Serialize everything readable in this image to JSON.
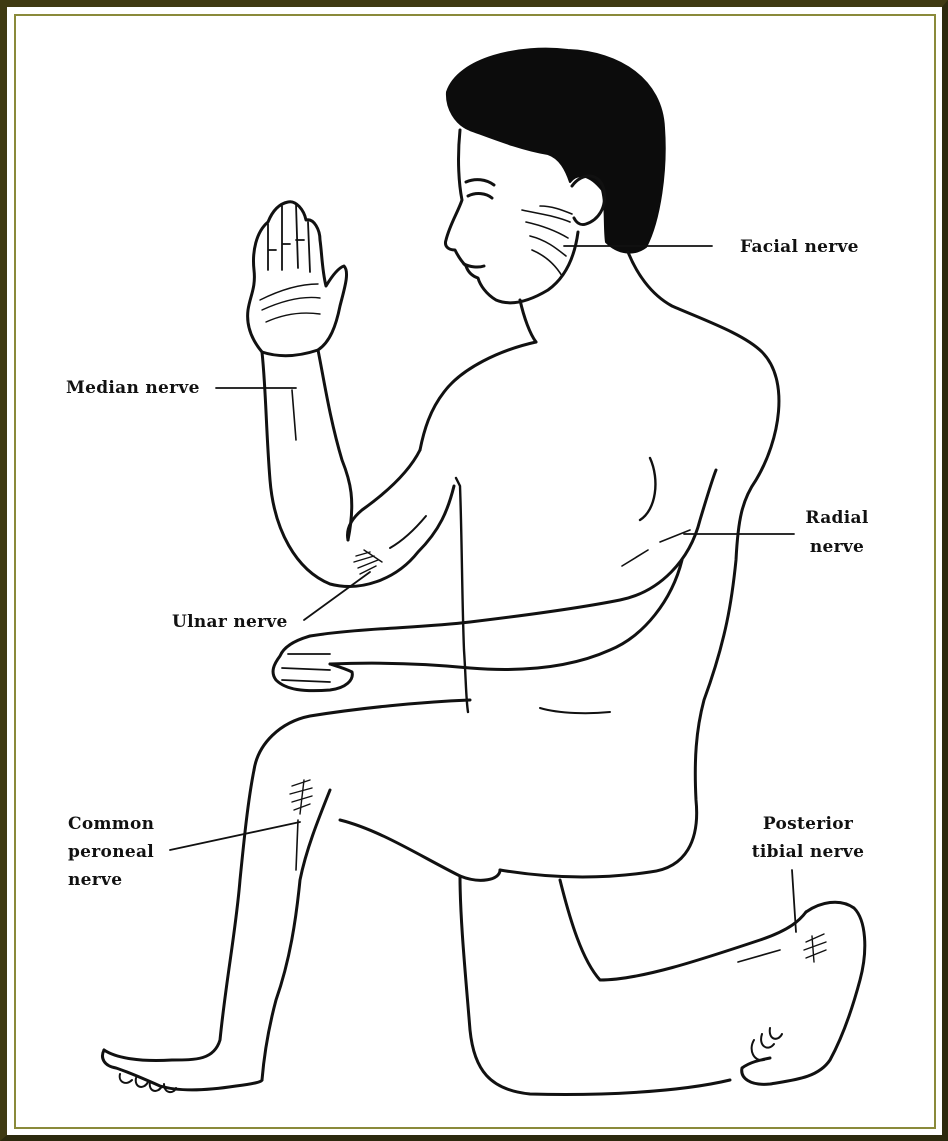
{
  "colors": {
    "frame": "#3f3a12",
    "frame_inner": "#8a8a3a",
    "ink": "#111111",
    "hair": "#0c0c0c",
    "background": "#ffffff"
  },
  "labels": {
    "facial": "Facial nerve",
    "median": "Median nerve",
    "radial_line1": "Radial",
    "radial_line2": "nerve",
    "ulnar": "Ulnar nerve",
    "common_peroneal_line1": "Common",
    "common_peroneal_line2": "peroneal",
    "common_peroneal_line3": "nerve",
    "posterior_tibial_line1": "Posterior",
    "posterior_tibial_line2": "tibial nerve"
  }
}
